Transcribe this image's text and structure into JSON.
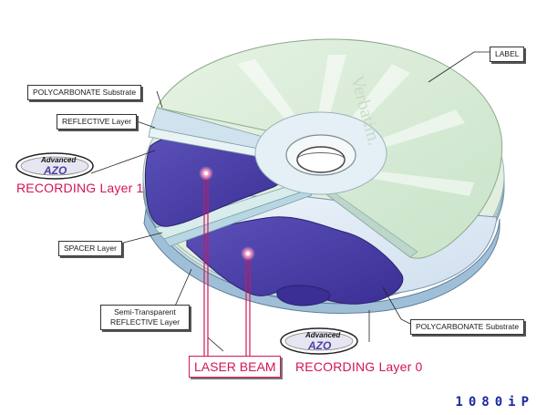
{
  "labels": {
    "label": "LABEL",
    "polycarbonate_top": "POLYCARBONATE Substrate",
    "reflective": "REFLECTIVE Layer",
    "recording_1": "RECORDING Layer 1",
    "spacer": "SPACER Layer",
    "semi_line1": "Semi-Transparent",
    "semi_line2": "REFLECTIVE Layer",
    "polycarbonate_bottom": "POLYCARBONATE Substrate",
    "laser_beam": "LASER BEAM",
    "recording_0": "RECORDING Layer 0"
  },
  "logo": {
    "advanced": "Advanced",
    "azo": "AZO"
  },
  "disc_brand": "Verbatim.",
  "watermark": "1080iP",
  "colors": {
    "accent_red": "#d4145a",
    "recording_blue": "#4b3fa6",
    "label_green": "#dbeed9",
    "watermark_blue": "#1b2a9c"
  }
}
